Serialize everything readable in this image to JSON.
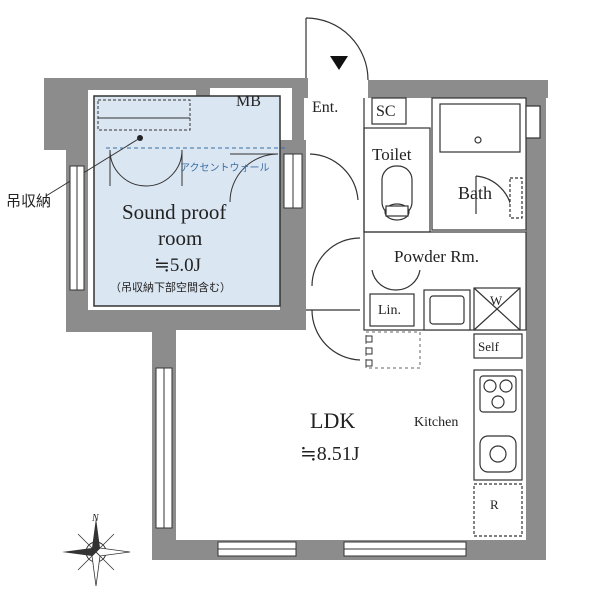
{
  "rooms": {
    "sound_proof": {
      "name_line1": "Sound proof",
      "name_line2": "room",
      "area": "≒5.0J",
      "note": "（吊収納下部空間含む）",
      "accent_wall": "アクセントウォール",
      "fill_color": "#dbe6f3"
    },
    "overhead_storage": "吊収納",
    "mb": "MB",
    "entrance": "Ent.",
    "shoe_closet": "SC",
    "toilet": "Toilet",
    "bath": "Bath",
    "powder_room": "Powder Rm.",
    "linen": "Lin.",
    "washer": "W",
    "shelf": "Self",
    "kitchen": "Kitchen",
    "refrigerator": "R",
    "ldk": {
      "name": "LDK",
      "area": "≒8.51J"
    }
  },
  "compass": {
    "north_label": "N"
  },
  "colors": {
    "wall": "#8c8c8c",
    "wall_dark": "#6e6e6e",
    "line": "#333333",
    "accent_blue": "#3a6ea5"
  }
}
